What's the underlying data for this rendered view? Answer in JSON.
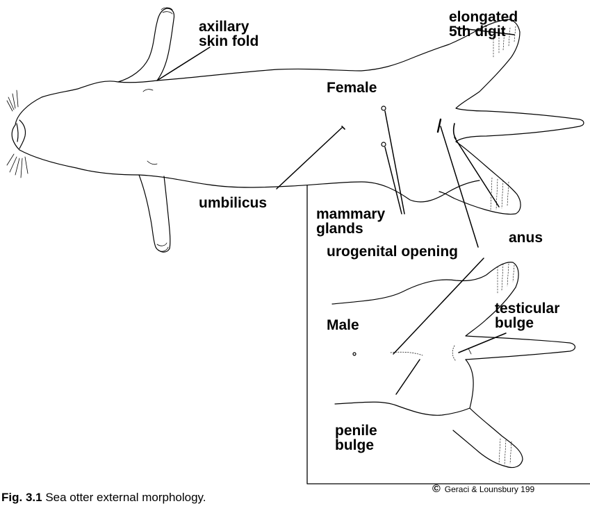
{
  "labels": {
    "axillary": "axillary\nskin fold",
    "elongated": "elongated\n5th digit",
    "female": "Female",
    "umbilicus": "umbilicus",
    "mammary": "mammary\nglands",
    "anus": "anus",
    "urogenital": "urogenital opening",
    "male": "Male",
    "testicular": "testicular\nbulge",
    "penile": "penile\nbulge"
  },
  "caption": {
    "number": "Fig. 3.1",
    "text": "Sea otter external morphology."
  },
  "copyright": {
    "symbol": "©",
    "text": "Geraci & Lounsbury 199"
  }
}
